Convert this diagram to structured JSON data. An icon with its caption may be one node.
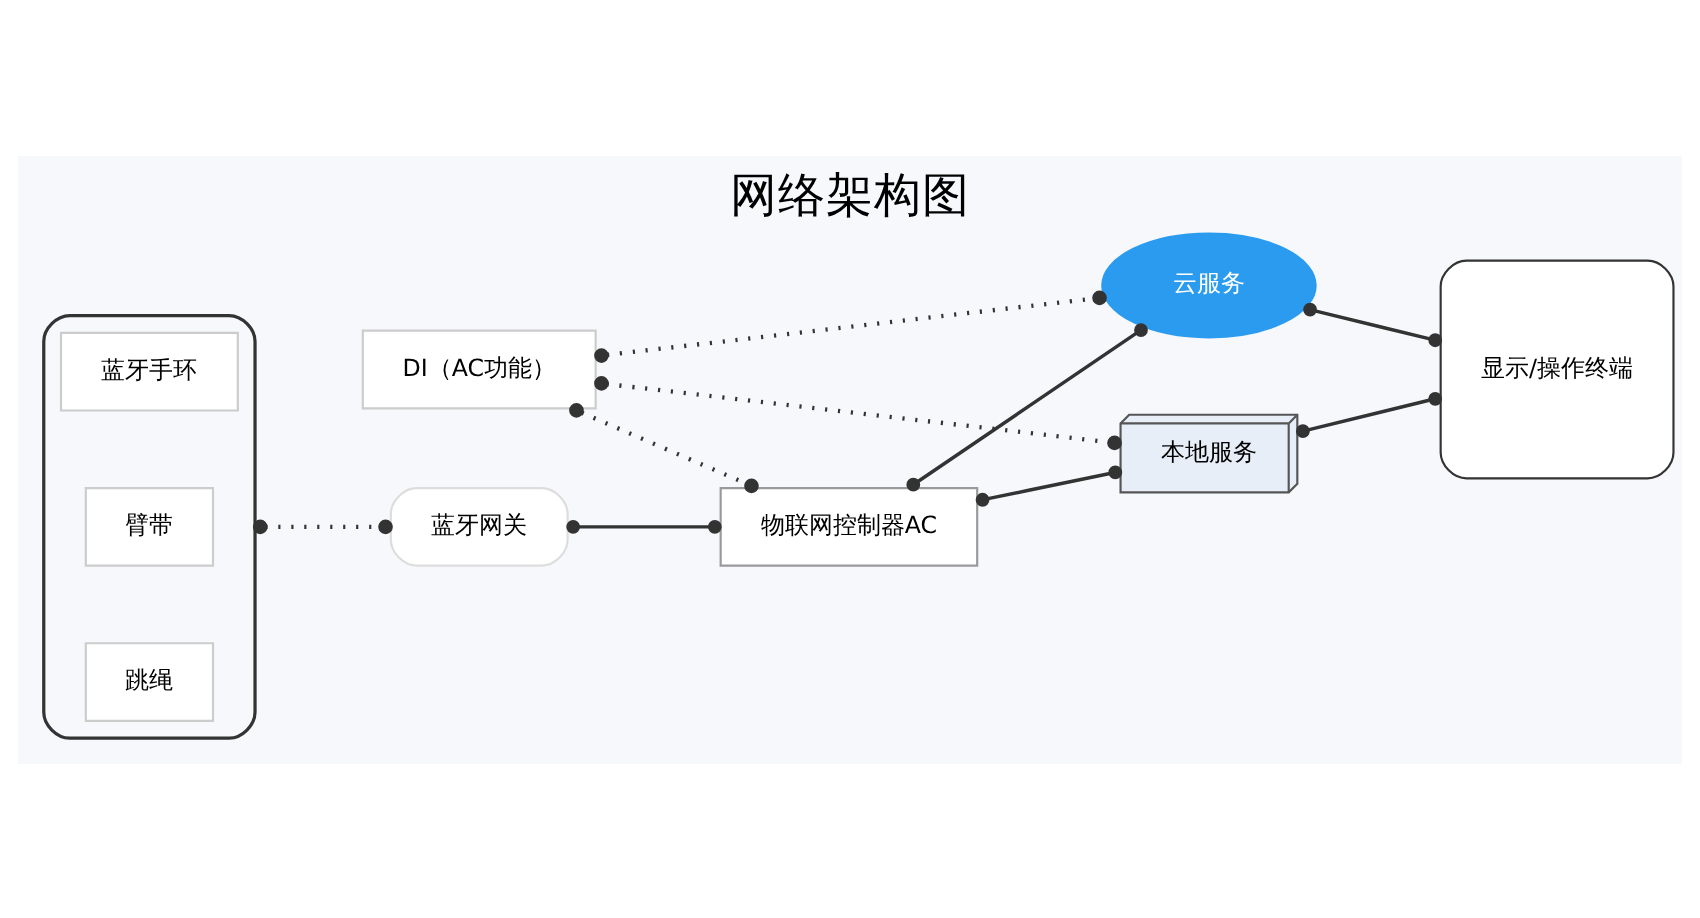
{
  "diagram": {
    "title": "网络架构图",
    "nodes": [
      {
        "text": [],
        "shape": "box"
      },
      {
        "text": [
          "蓝牙手环"
        ],
        "in": 0
      },
      {
        "text": [
          "臂带"
        ],
        "in": 0
      },
      {
        "text": [
          "跳绳"
        ],
        "in": 0
      },
      {
        "text": [
          "蓝牙网关"
        ]
      },
      {
        "text": [
          "物联网控制器AC"
        ]
      },
      {
        "text": [
          "DI（AC功能）"
        ]
      },
      {
        "text": [
          "本地服务"
        ]
      },
      {
        "text": [
          "云服务"
        ]
      },
      {
        "text": [
          "显示/操作终端"
        ]
      }
    ],
    "edges": [
      {
        "from": 0,
        "to": 4,
        "arrow": "other",
        "style": "dashed"
      },
      {
        "from": 4,
        "to": 5,
        "arrow": "other"
      },
      {
        "from": 6,
        "to": 5,
        "arrow": "other",
        "style": "dashed"
      },
      {
        "from": 5,
        "to": 7,
        "arrow": "other"
      },
      {
        "from": 5,
        "to": 8,
        "arrow": "other"
      },
      {
        "from": 6,
        "to": 7,
        "arrow": "other",
        "style": "dashed"
      },
      {
        "from": 6,
        "to": 8,
        "arrow": "other",
        "style": "dashed"
      },
      {
        "from": 7,
        "to": 9,
        "arrow": "other"
      },
      {
        "from": 8,
        "to": 9,
        "arrow": "other"
      }
    ]
  }
}
